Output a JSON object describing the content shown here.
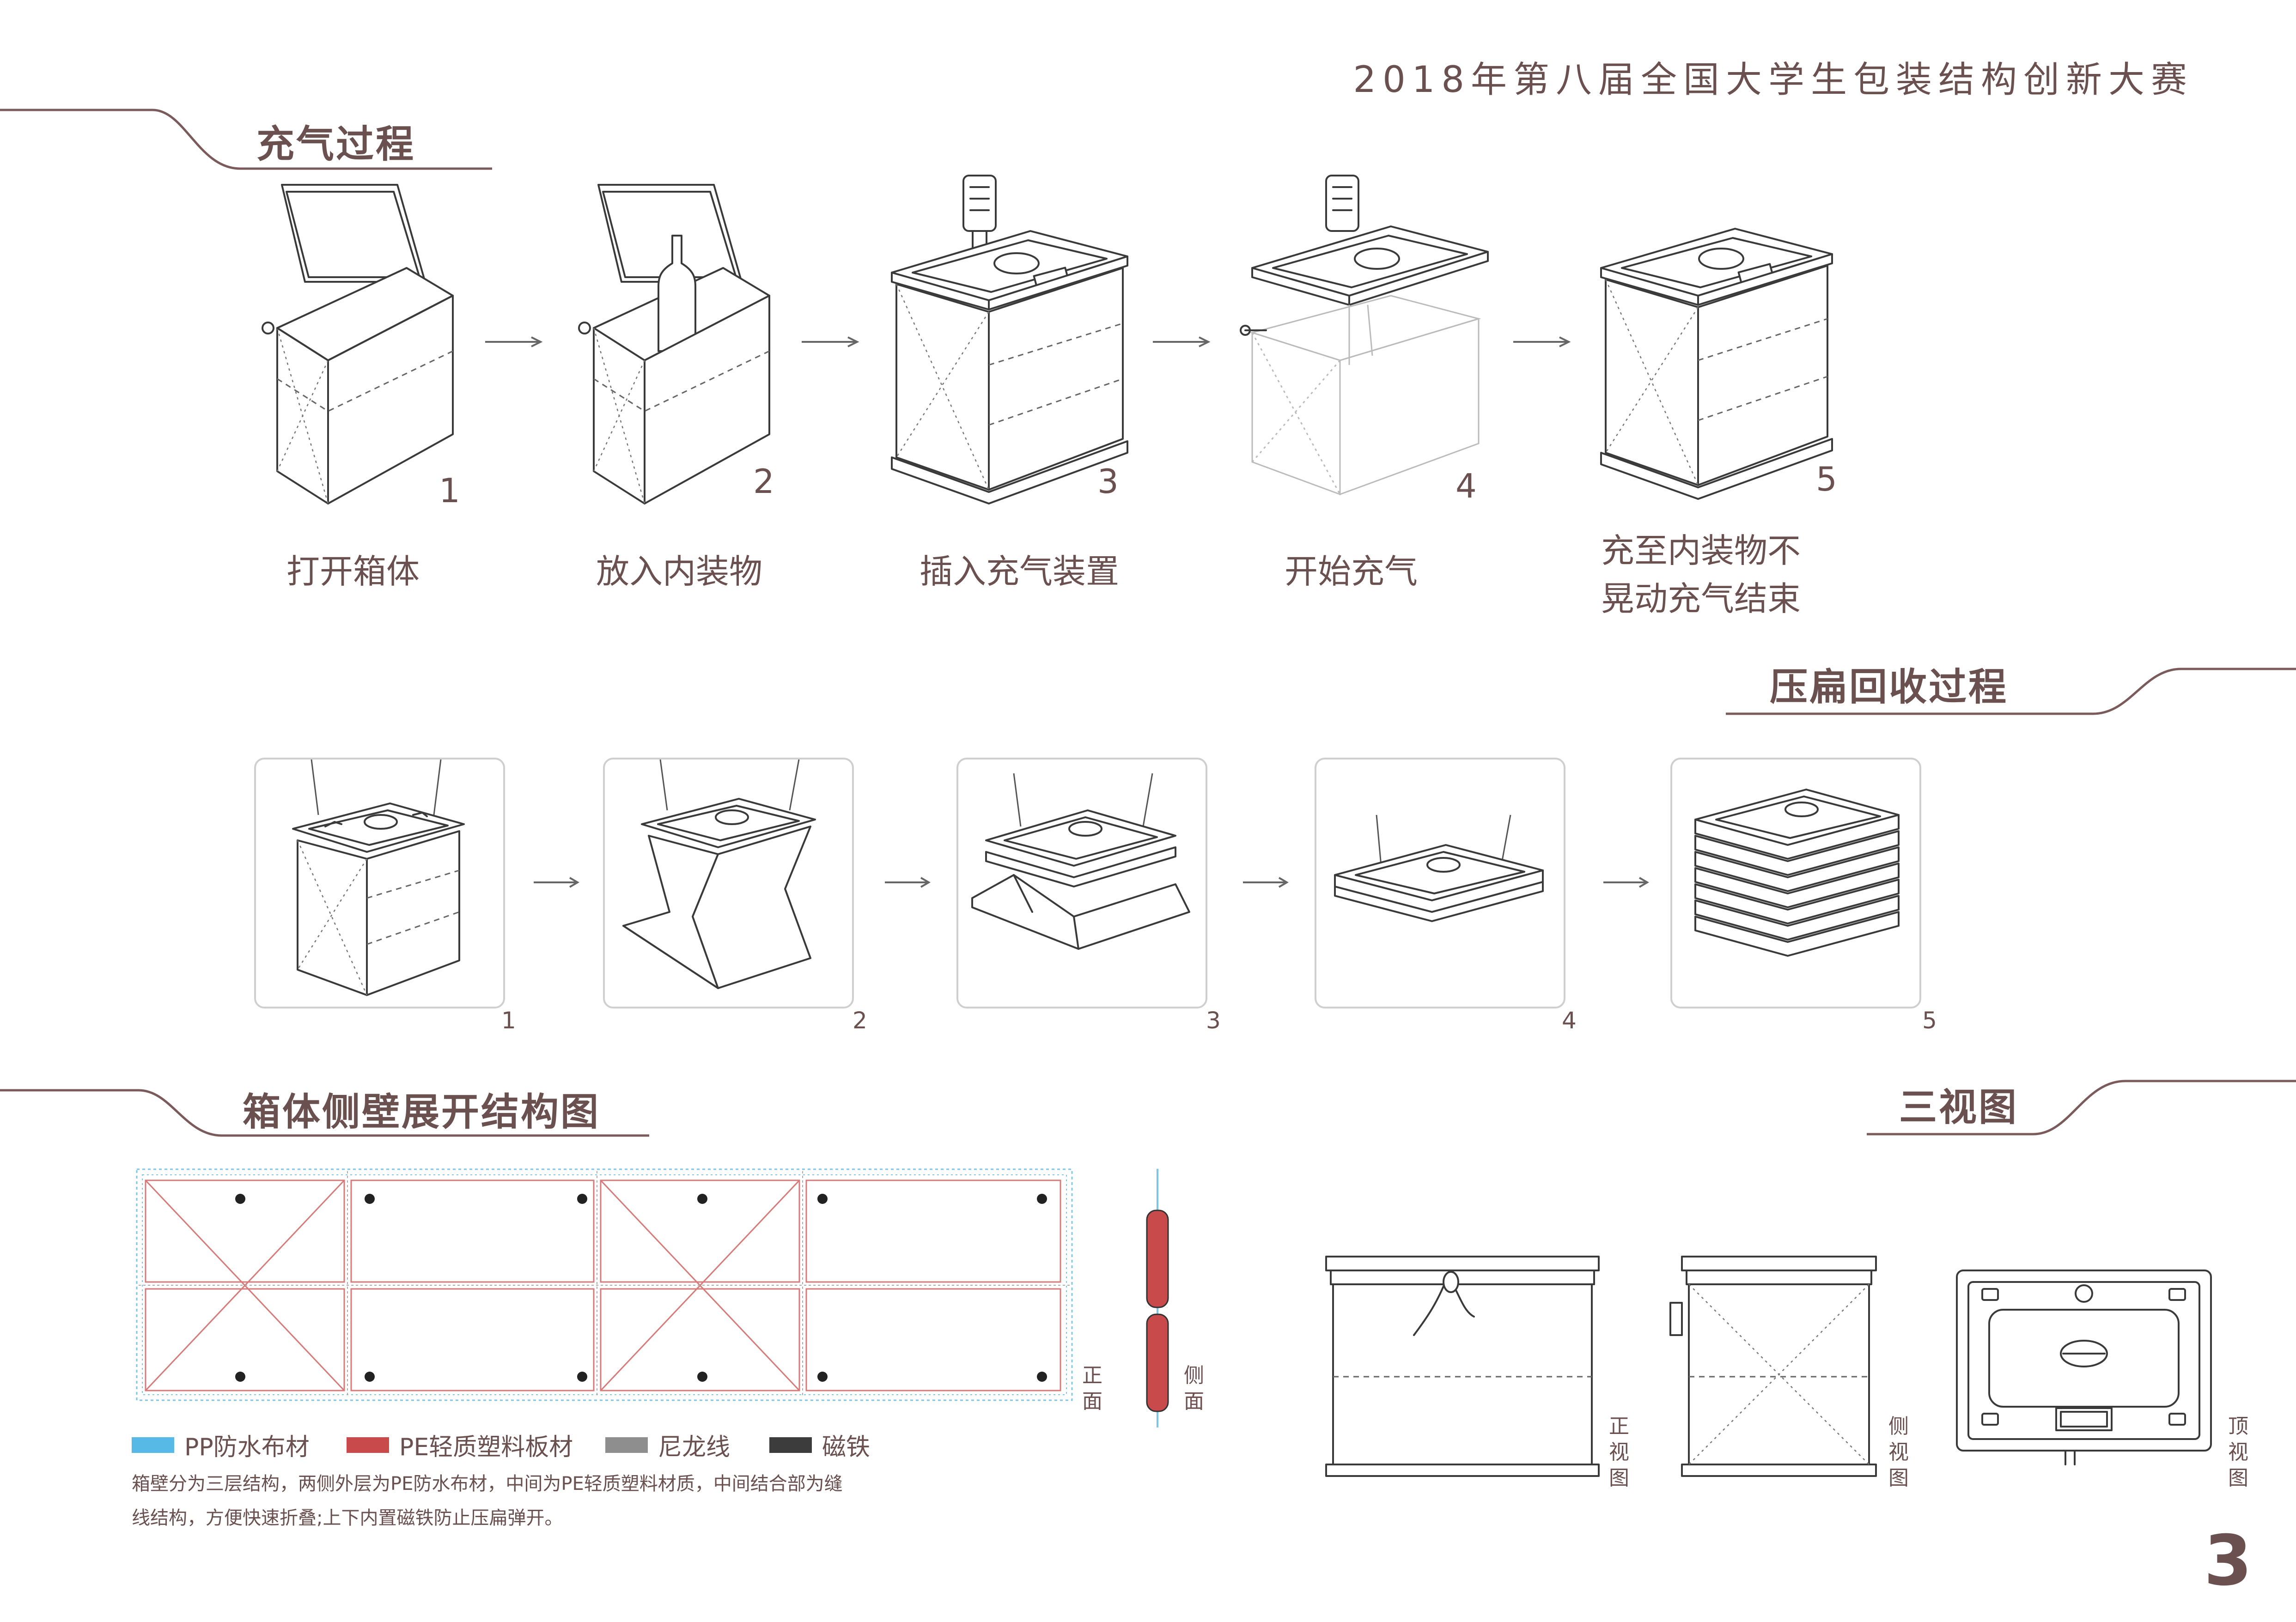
{
  "header": {
    "title": "2018年第八届全国大学生包装结构创新大赛"
  },
  "sections": {
    "inflate": {
      "title": "充气过程",
      "steps": [
        {
          "num": "1",
          "caption": "打开箱体"
        },
        {
          "num": "2",
          "caption": "放入内装物"
        },
        {
          "num": "3",
          "caption": "插入充气装置"
        },
        {
          "num": "4",
          "caption": "开始充气"
        },
        {
          "num": "5",
          "caption_line1": "充至内装物不",
          "caption_line2": "晃动充气结束"
        }
      ]
    },
    "compress": {
      "title": "压扁回收过程",
      "steps": [
        {
          "num": "1"
        },
        {
          "num": "2"
        },
        {
          "num": "3"
        },
        {
          "num": "4"
        },
        {
          "num": "5"
        }
      ]
    },
    "unfold": {
      "title": "箱体侧壁展开结构图",
      "front_label": "正面",
      "side_label": "侧面",
      "legend": [
        {
          "label": "PP防水布材",
          "color": "#56b9e6"
        },
        {
          "label": "PE轻质塑料板材",
          "color": "#c94a4a"
        },
        {
          "label": "尼龙线",
          "color": "#8e8e8e"
        },
        {
          "label": "磁铁",
          "color": "#3c3c3c"
        }
      ],
      "note_line1": "箱壁分为三层结构，两侧外层为PE防水布材，中间为PE轻质塑料材质，中间结合部为缝",
      "note_line2": "线结构，方便快速折叠;上下内置磁铁防止压扁弹开。"
    },
    "views": {
      "title": "三视图",
      "front": "正视图",
      "side": "侧视图",
      "top": "顶视图"
    }
  },
  "colors": {
    "text": "#6b5050",
    "line": "#3a3a3a",
    "panel_red": "#c94a4a",
    "panel_blue": "#56b9e6"
  },
  "page_number": "3"
}
